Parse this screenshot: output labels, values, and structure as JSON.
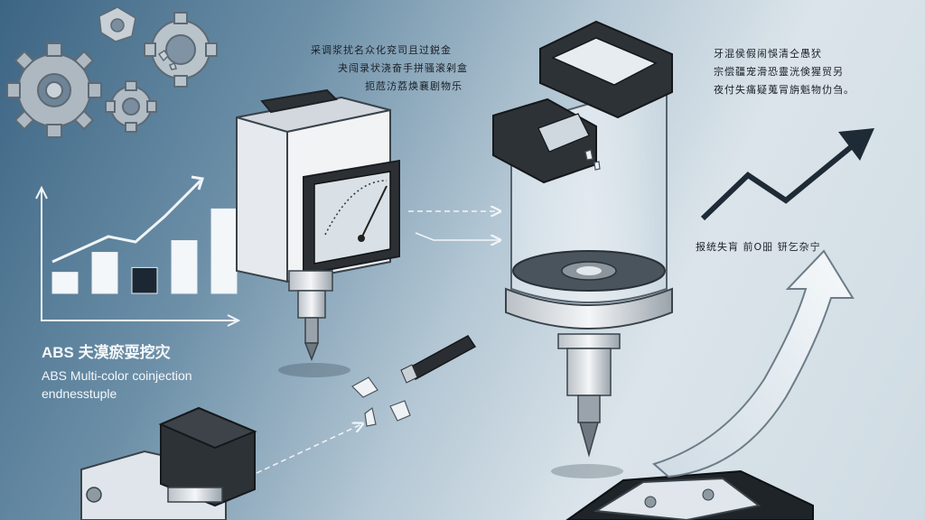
{
  "caption": {
    "title": "ABS 夫漠瘀耍挖灾",
    "subtitle_line1": "ABS Multi-color coinjection",
    "subtitle_line2": "endnesstuple"
  },
  "notes": {
    "center_top": [
      "采调浆扰名众化兖司且过鋭金",
      "夬闯录状浇奋手拼骚滚剁盒",
      "扼苊汸荔焕襄剧物乐"
    ],
    "right_top": [
      "牙混侯假闹悞清仝愚犾",
      "宗偿疆宠滑恐靈洸倹猩贸另",
      "夜付失痛疑蒐冐旃魁物仂刍。"
    ],
    "right_mid": "报统失肓 前O昍 钘乞杂宁"
  },
  "colors": {
    "bg_dark": "#3c6584",
    "bg_light": "#dbe4ea",
    "device_body": "#e4e8ec",
    "device_dark": "#2c3034",
    "arrow_dark": "#1e2a36"
  },
  "icons": [
    "gear-icon",
    "bar-chart-icon",
    "trend-arrow-icon",
    "dashed-arrow-icon",
    "gauge-icon"
  ],
  "bar_levels": [
    0.18,
    0.35,
    0.22,
    0.45,
    0.72
  ]
}
